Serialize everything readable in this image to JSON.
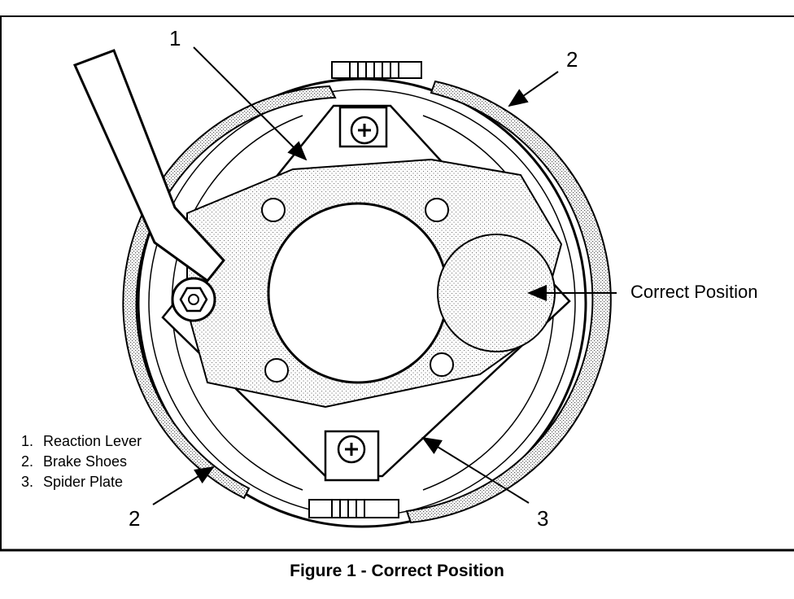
{
  "figure": {
    "caption": "Figure 1 - Correct Position",
    "callouts": {
      "lever": "1",
      "shoe_upper": "2",
      "shoe_lower": "2",
      "spider": "3"
    },
    "side_label": "Correct Position",
    "legend": [
      {
        "num": "1.",
        "label": "Reaction Lever"
      },
      {
        "num": "2.",
        "label": "Brake Shoes"
      },
      {
        "num": "3.",
        "label": "Spider Plate"
      }
    ]
  }
}
